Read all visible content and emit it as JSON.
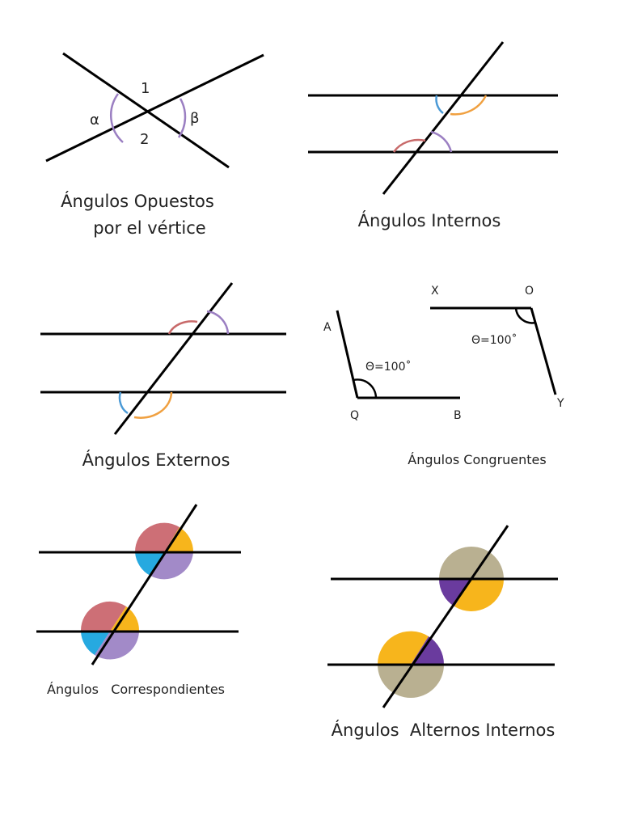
{
  "colors": {
    "line": "#000000",
    "purple": "#9b7fc2",
    "blue": "#4b9ad6",
    "orange": "#f0a040",
    "red": "#c86a6a",
    "fill_red": "#cd6f76",
    "fill_yellow": "#f7b51c",
    "fill_cyan": "#26a9e0",
    "fill_lavender": "#a28ac8",
    "fill_olive": "#b9b091",
    "fill_violet": "#6a3b9e"
  },
  "panels": {
    "opuestos": {
      "caption_line1": "Ángulos Opuestos",
      "caption_line2": "por el vértice",
      "label_1": "1",
      "label_2": "2",
      "label_alpha": "α",
      "label_beta": "β"
    },
    "internos": {
      "caption": "Ángulos Internos"
    },
    "externos": {
      "caption": "Ángulos Externos"
    },
    "congruentes": {
      "caption": "Ángulos Congruentes",
      "label_A": "A",
      "label_Q": "Q",
      "label_B": "B",
      "label_X": "X",
      "label_O": "O",
      "label_Y": "Y",
      "angle_left": "Θ=100˚",
      "angle_right": "Θ=100˚"
    },
    "correspondientes": {
      "caption": "Ángulos   Correspondientes"
    },
    "alternos": {
      "caption": "Ángulos  Alternos Internos"
    }
  }
}
